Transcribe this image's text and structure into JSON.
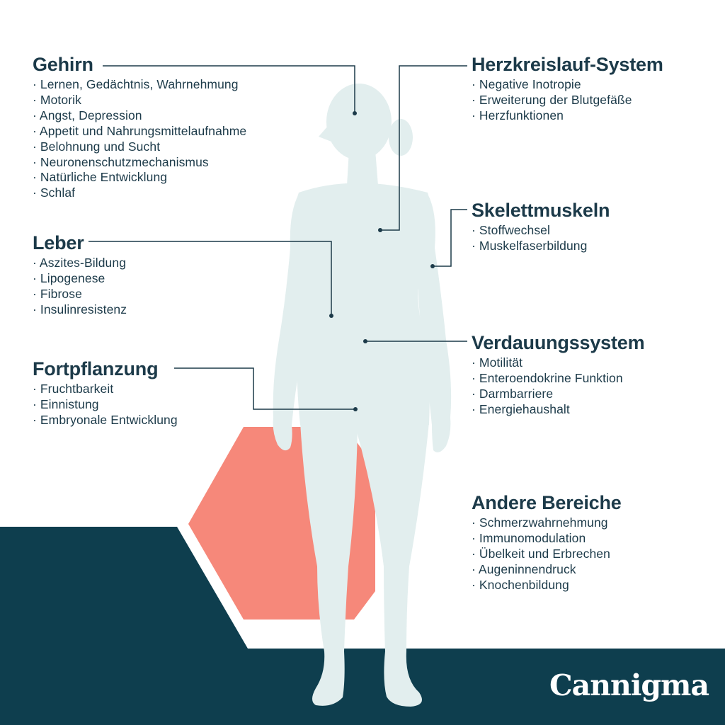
{
  "colors": {
    "text": "#1c3a49",
    "dark_band": "#0e3e4e",
    "hexagon": "#f6887a",
    "silhouette": "#e2eeee",
    "connector": "#1c3a49",
    "logo": "#ffffff"
  },
  "sections": {
    "gehirn": {
      "title": "Gehirn",
      "items": [
        "· Lernen, Gedächtnis, Wahrnehmung",
        "· Motorik",
        "· Angst, Depression",
        "· Appetit und Nahrungsmittelaufnahme",
        "· Belohnung und Sucht",
        "· Neuronenschutzmechanismus",
        "· Natürliche Entwicklung",
        "· Schlaf"
      ]
    },
    "leber": {
      "title": "Leber",
      "items": [
        "· Aszites-Bildung",
        "· Lipogenese",
        "· Fibrose",
        "· Insulinresistenz"
      ]
    },
    "fortpflanzung": {
      "title": "Fortpflanzung",
      "items": [
        "· Fruchtbarkeit",
        "· Einnistung",
        "· Embryonale Entwicklung"
      ]
    },
    "herz": {
      "title": "Herzkreislauf-System",
      "items": [
        "· Negative Inotropie",
        "· Erweiterung der Blutgefäße",
        "· Herzfunktionen"
      ]
    },
    "muskeln": {
      "title": "Skelettmuskeln",
      "items": [
        "· Stoffwechsel",
        "· Muskelfaserbildung"
      ]
    },
    "verdauung": {
      "title": "Verdauungssystem",
      "items": [
        "· Motilität",
        "· Enteroendokrine Funktion",
        "· Darmbarriere",
        "· Energiehaushalt"
      ]
    },
    "andere": {
      "title": "Andere Bereiche",
      "items": [
        "· Schmerzwahrnehmung",
        "· Immunomodulation",
        "· Übelkeit und Erbrechen",
        "· Augeninnendruck",
        "· Knochenbildung"
      ]
    }
  },
  "logo": "Cannigma"
}
